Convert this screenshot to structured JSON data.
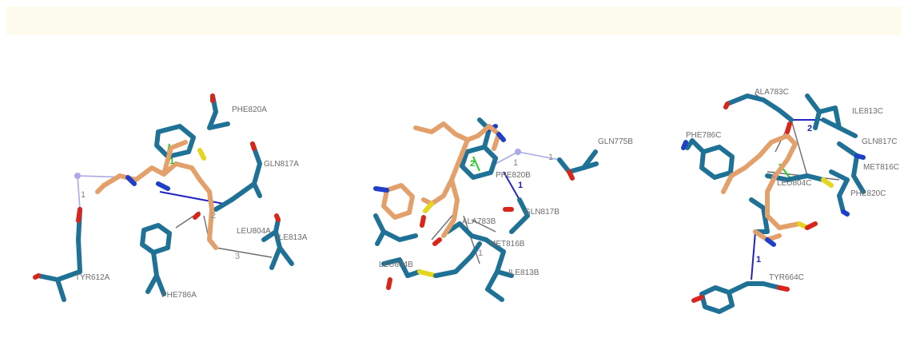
{
  "panels": [
    {
      "id": "A",
      "residues": [
        "PHE820A",
        "GLN817A",
        "LEU804A",
        "ILE813A",
        "TYR612A",
        "PHE786A"
      ],
      "interaction_numbers": [
        "1",
        "1",
        "2",
        "3"
      ]
    },
    {
      "id": "B",
      "residues": [
        "GLN775B",
        "PHE820B",
        "GLN817B",
        "ALA783B",
        "MET816B",
        "LEU804B",
        "ILE813B"
      ],
      "interaction_numbers": [
        "1",
        "1",
        "1",
        "1",
        "2"
      ]
    },
    {
      "id": "C",
      "residues": [
        "ALA783C",
        "ILE813C",
        "PHE786C",
        "GLN817C",
        "MET816C",
        "LEU804C",
        "PHE820C",
        "TYR664C"
      ],
      "interaction_numbers": [
        "2",
        "1",
        "2"
      ]
    }
  ],
  "colors": {
    "protein": "#1f7296",
    "ligand": "#e3a06a",
    "oxygen": "#d9261c",
    "nitrogen": "#1f3fc9",
    "sulfur": "#e6d51e",
    "hbond": "#2424c4",
    "pi_stack": "#22cc22",
    "hydrophobic": "#6e6e6e",
    "banner": "#fdfbec"
  }
}
